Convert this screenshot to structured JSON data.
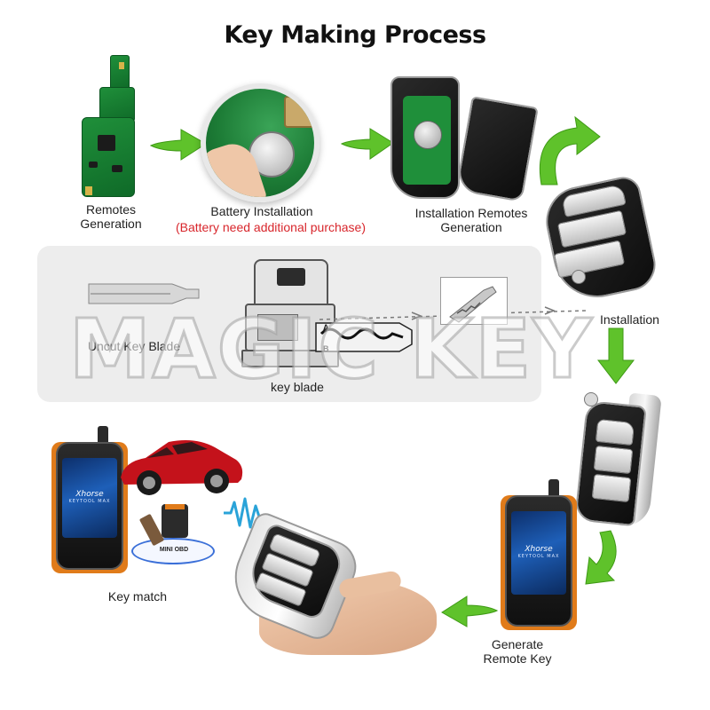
{
  "title": "Key Making Process",
  "steps": {
    "remotes_generation": [
      "Remotes",
      "Generation"
    ],
    "battery_installation": "Battery Installation",
    "battery_note": "(Battery need additional purchase)",
    "installation_remotes_generation": [
      "Installation Remotes",
      "Generation"
    ],
    "uncut_key_blade": "Uncut Key  Blade",
    "key_blade": "key blade",
    "installation": "Installation",
    "key_match": "Key match",
    "generate_remote_key": [
      "Generate",
      "Remote Key"
    ]
  },
  "blade_markers": {
    "a": "A",
    "b": "B"
  },
  "device": {
    "brand": "Xhorse",
    "model": "KEYTOOL MAX"
  },
  "adapter_label": "MINI OBD",
  "watermark": "MAGIC KEY",
  "colors": {
    "arrow_green": "#5fc22b",
    "note_red": "#d8262c",
    "car_red": "#c4121b",
    "device_orange": "#e07b1a"
  }
}
